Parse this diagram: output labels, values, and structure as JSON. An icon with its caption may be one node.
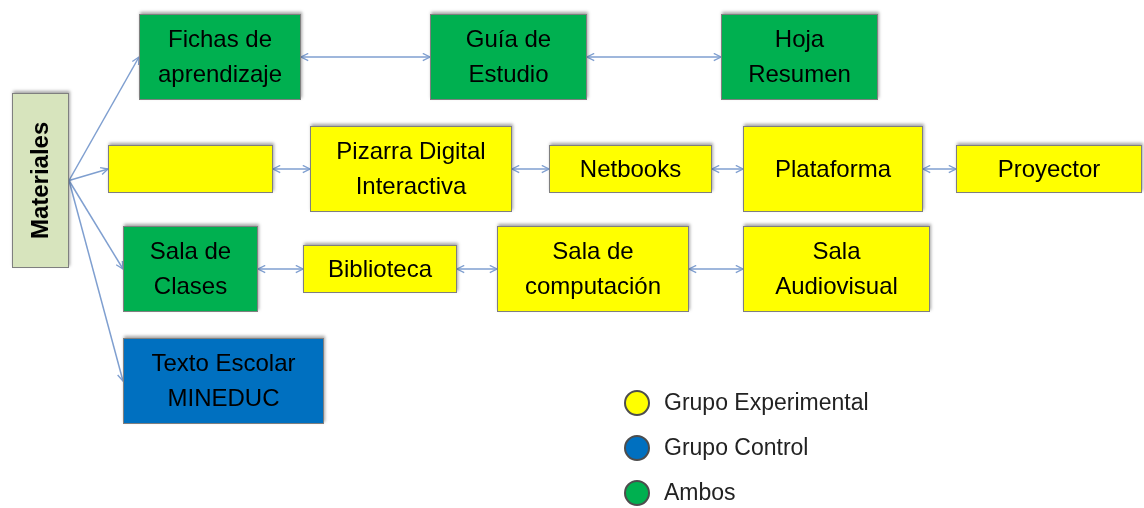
{
  "diagram": {
    "nodes": [
      {
        "text": [
          "Materiales"
        ]
      },
      {
        "text": [
          "Fichas de aprendizaje"
        ]
      },
      {
        "text": [
          "Guía de Estudio"
        ]
      },
      {
        "text": [
          "Hoja Resumen"
        ]
      },
      {
        "text": [],
        "shape": "box"
      },
      {
        "text": [
          "Pizarra Digital Interactiva"
        ]
      },
      {
        "text": [
          "Netbooks"
        ]
      },
      {
        "text": [
          "Plataforma"
        ]
      },
      {
        "text": [
          "Proyector"
        ]
      },
      {
        "text": [
          "Sala de Clases"
        ]
      },
      {
        "text": [
          "Biblioteca"
        ]
      },
      {
        "text": [
          "Sala de computación"
        ]
      },
      {
        "text": [
          "Sala Audiovisual"
        ]
      },
      {
        "text": [
          "Texto Escolar MINEDUC"
        ]
      }
    ],
    "edges": [
      {
        "from": 0,
        "to": 1,
        "arrow": "to"
      },
      {
        "from": 0,
        "to": 4,
        "arrow": "to"
      },
      {
        "from": 0,
        "to": 9,
        "arrow": "to"
      },
      {
        "from": 0,
        "to": 13,
        "arrow": "to"
      },
      {
        "from": 1,
        "to": 2,
        "arrow": "both"
      },
      {
        "from": 2,
        "to": 3,
        "arrow": "both"
      },
      {
        "from": 4,
        "to": 5,
        "arrow": "both"
      },
      {
        "from": 5,
        "to": 6,
        "arrow": "both"
      },
      {
        "from": 6,
        "to": 7,
        "arrow": "both"
      },
      {
        "from": 7,
        "to": 8,
        "arrow": "both"
      },
      {
        "from": 9,
        "to": 10,
        "arrow": "both"
      },
      {
        "from": 10,
        "to": 11,
        "arrow": "both"
      },
      {
        "from": 11,
        "to": 12,
        "arrow": "both"
      }
    ],
    "legend": [
      {
        "text": "Grupo Experimental",
        "color": "#ffff00"
      },
      {
        "text": "Grupo Control",
        "color": "#0070c0"
      },
      {
        "text": "Ambos",
        "color": "#00b050"
      }
    ]
  }
}
